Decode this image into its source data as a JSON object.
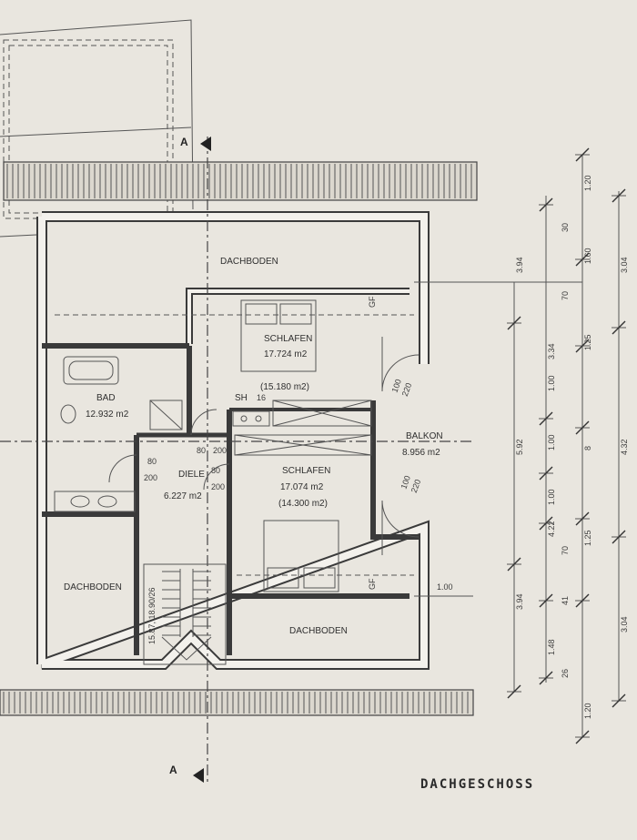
{
  "title": "DACHGESCHOSS",
  "section_marker": "A",
  "rooms": {
    "dachboden_top": {
      "name": "DACHBODEN"
    },
    "schlafen_1": {
      "name": "SCHLAFEN",
      "area": "17.724 m2",
      "area_alt": "(15.180 m2)"
    },
    "bad": {
      "name": "BAD",
      "area": "12.932 m2"
    },
    "sh": {
      "name": "SH"
    },
    "balkon": {
      "name": "BALKON",
      "area": "8.956 m2"
    },
    "diele": {
      "name": "DIELE",
      "area": "6.227 m2"
    },
    "schlafen_2": {
      "name": "SCHLAFEN",
      "area": "17.074 m2",
      "area_alt": "(14.300 m2)"
    },
    "dachboden_left": {
      "name": "DACHBODEN"
    },
    "dachboden_bottom": {
      "name": "DACHBODEN"
    }
  },
  "door_labels": {
    "bad_door": [
      "80",
      "200"
    ],
    "diele_door_a": [
      "80",
      "200"
    ],
    "diele_door_b": [
      "80",
      "200"
    ],
    "balkon_door_top": [
      "100",
      "220"
    ],
    "balkon_door_bottom": [
      "100",
      "220"
    ],
    "stair": "15.87, 18.90/26",
    "sh_code": "16",
    "window_top": "GF",
    "window_bottom": "GF",
    "balkon_width": "1.00"
  },
  "dimensions": {
    "col_outer": [
      "3.94",
      "5.92",
      "3.94"
    ],
    "col_mid": [
      "1.00",
      "3.34",
      "1.00",
      "1.00",
      "4.22",
      "1.48"
    ],
    "col_right": [
      "1.20",
      "1.60",
      "1.25",
      "8",
      "1.25",
      "1.20"
    ],
    "col_far": [
      "3.04",
      "4.32",
      "3.04"
    ],
    "small": [
      "30",
      "70",
      "70",
      "41",
      "26"
    ]
  }
}
